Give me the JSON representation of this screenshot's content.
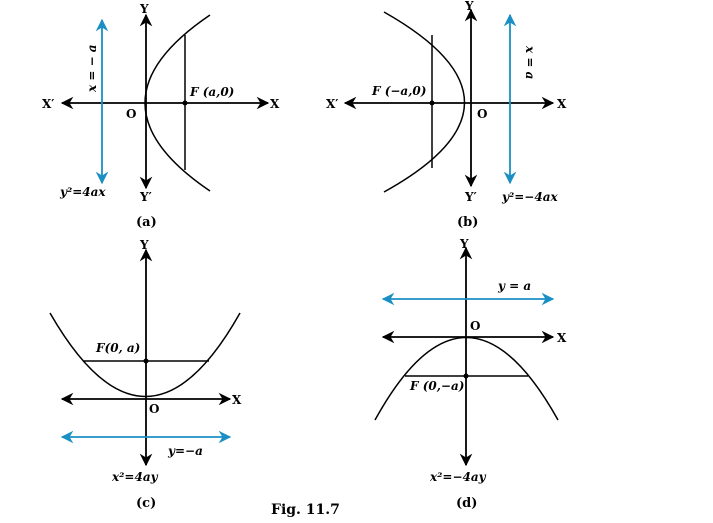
{
  "colors": {
    "axis": "#000000",
    "directrix": "#1a8fc4"
  },
  "figure_caption": "Fig. 11.7",
  "panels": {
    "a": {
      "caption": "(a)",
      "y_label": "Y",
      "y_prime_label": "Y′",
      "x_label": "X",
      "x_prime_label": "X′",
      "origin_label": "O",
      "focus_label": "F (a,0)",
      "directrix_label": "x = − a",
      "equation": "y²=4ax"
    },
    "b": {
      "caption": "(b)",
      "y_label": "Y",
      "y_prime_label": "Y′",
      "x_label": "X",
      "x_prime_label": "X′",
      "origin_label": "O",
      "focus_label": "F (−a,0)",
      "directrix_label": "x = a",
      "equation": "y²=−4ax"
    },
    "c": {
      "caption": "(c)",
      "y_label": "Y",
      "x_label": "X",
      "origin_label": "O",
      "focus_label": "F(0, a)",
      "directrix_label": "y=−a",
      "equation": "x²=4ay"
    },
    "d": {
      "caption": "(d)",
      "y_label": "Y",
      "x_label": "X",
      "origin_label": "O",
      "focus_label": "F (0,−a)",
      "directrix_label": "y = a",
      "equation": "x²=−4ay"
    }
  }
}
